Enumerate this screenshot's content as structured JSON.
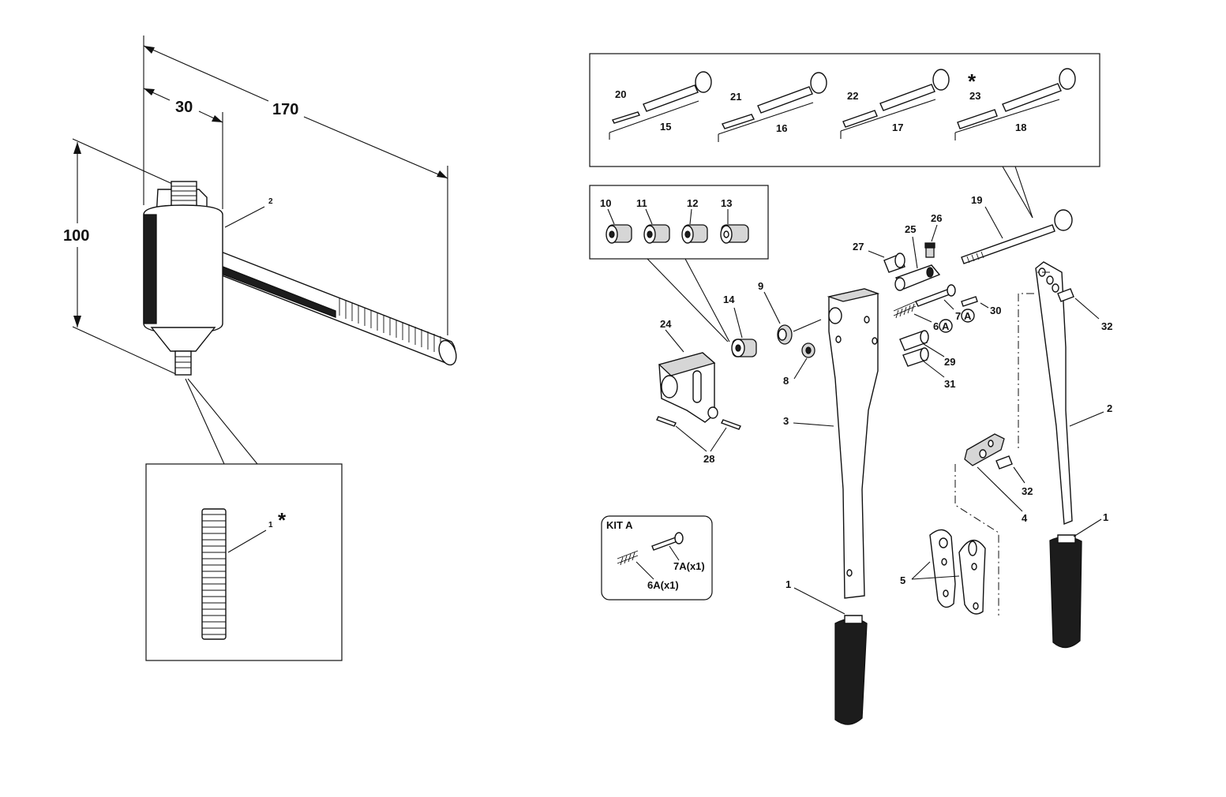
{
  "dimensions": {
    "length": "170",
    "offset": "30",
    "height": "100"
  },
  "left_view": {
    "body_callout": "2",
    "detail_callout": "1"
  },
  "asterisk": "*",
  "top_panel": {
    "groups": [
      {
        "screw": "20",
        "pin": "15"
      },
      {
        "screw": "21",
        "pin": "16"
      },
      {
        "screw": "22",
        "pin": "17"
      },
      {
        "screw": "23",
        "pin": "18"
      }
    ]
  },
  "nut_panel": {
    "labels": [
      "10",
      "11",
      "12",
      "13"
    ]
  },
  "kit": {
    "title": "KIT A",
    "screw_label": "7A(x1)",
    "spring_label": "6A(x1)"
  },
  "callouts": {
    "c19": "19",
    "c26": "26",
    "c25": "25",
    "c27": "27",
    "c9": "9",
    "c14": "14",
    "c24": "24",
    "c8": "8",
    "c6": "6",
    "c7": "7",
    "circ": "A",
    "c30": "30",
    "c29": "29",
    "c31": "31",
    "c3": "3",
    "c28": "28",
    "c32a": "32",
    "c2": "2",
    "c32b": "32",
    "c4": "4",
    "c5": "5",
    "c1a": "1",
    "c1b": "1"
  },
  "colors": {
    "asterisk": "#e3262b",
    "line": "#111111",
    "handle_grip": "#1c1c1c"
  }
}
